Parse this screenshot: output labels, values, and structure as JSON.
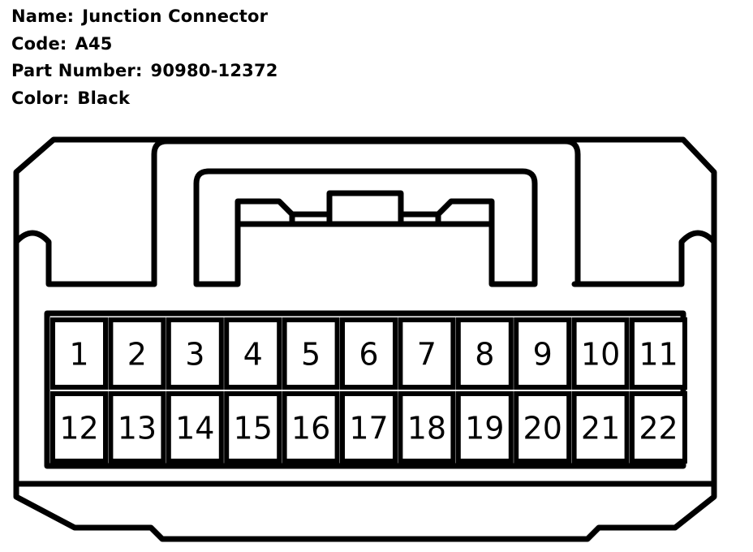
{
  "info": {
    "name_label": "Name:",
    "name_value": "Junction Connector",
    "code_label": "Code:",
    "code_value": "A45",
    "part_label": "Part Number:",
    "part_value": "90980-12372",
    "color_label": "Color:",
    "color_value": "Black"
  },
  "connector": {
    "rows": [
      [
        "1",
        "2",
        "3",
        "4",
        "5",
        "6",
        "7",
        "8",
        "9",
        "10",
        "11"
      ],
      [
        "12",
        "13",
        "14",
        "15",
        "16",
        "17",
        "18",
        "19",
        "20",
        "21",
        "22"
      ]
    ],
    "stroke_color": "#000000",
    "fill_color": "#ffffff"
  }
}
